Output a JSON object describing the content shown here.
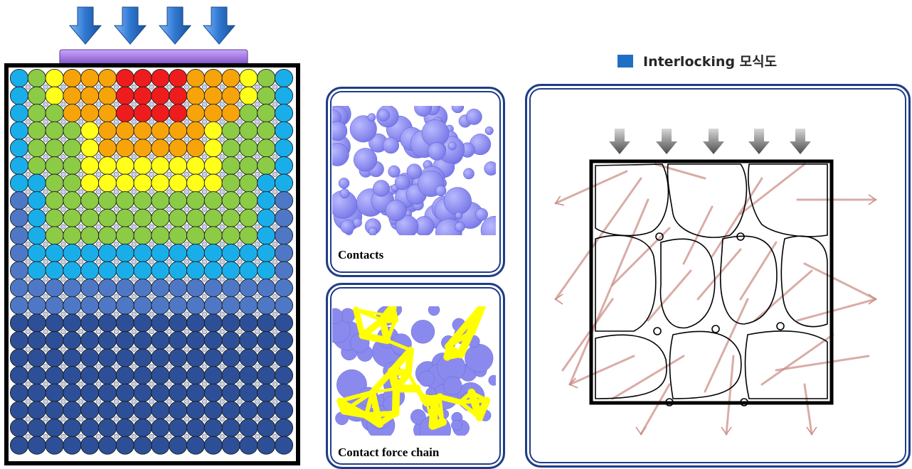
{
  "heading": {
    "marker_color": "#1f6fc5",
    "text": "Interlocking 모식도"
  },
  "panels": {
    "contacts": {
      "caption": "Contacts"
    },
    "force_chain": {
      "caption": "Contact force chain"
    }
  },
  "colors": {
    "red": "#ee1c1c",
    "orange": "#f7a30a",
    "yellow": "#ffff1a",
    "green": "#8ccb45",
    "cyan": "#19aeea",
    "mid_blue": "#4e78c6",
    "dark_blue": "#2d4f98",
    "platen": "#9b6fd6",
    "load_arrow": "#2f78d0",
    "particle": "#7878e8",
    "chain": "#ffff00",
    "frame": "#1f3c88",
    "force_line": "#c98a82"
  },
  "icons": [
    "load-arrow-icon",
    "square-marker-icon",
    "force-arrow-icon"
  ]
}
